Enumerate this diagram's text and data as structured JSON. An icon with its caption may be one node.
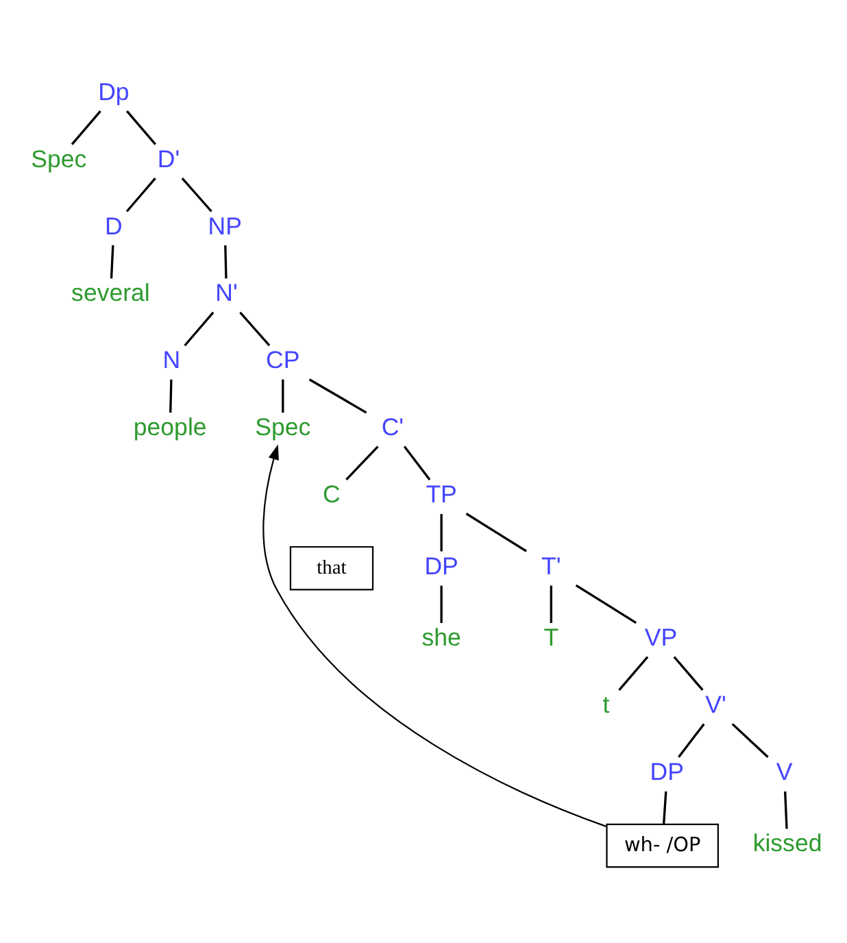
{
  "diagram": {
    "nodes": [
      {
        "text": [
          "Dp"
        ]
      },
      {
        "text": [
          "Spec"
        ]
      },
      {
        "text": [
          "D'"
        ]
      },
      {
        "text": [
          "D"
        ]
      },
      {
        "text": [
          "NP"
        ]
      },
      {
        "text": [
          "several"
        ]
      },
      {
        "text": [
          "N'"
        ]
      },
      {
        "text": [
          "N"
        ]
      },
      {
        "text": [
          "CP"
        ]
      },
      {
        "text": [
          "people"
        ]
      },
      {
        "text": [
          "Spec"
        ]
      },
      {
        "text": [
          "C'"
        ]
      },
      {
        "text": [
          "C"
        ]
      },
      {
        "text": [
          "TP"
        ]
      },
      {
        "text": [
          "that"
        ]
      },
      {
        "text": [
          "DP"
        ]
      },
      {
        "text": [
          "T'"
        ]
      },
      {
        "text": [
          "she"
        ]
      },
      {
        "text": [
          "T"
        ]
      },
      {
        "text": [
          "VP"
        ]
      },
      {
        "text": [
          "t"
        ]
      },
      {
        "text": [
          "V'"
        ]
      },
      {
        "text": [
          "V"
        ]
      },
      {
        "text": [
          "DP"
        ]
      },
      {
        "text": [
          "kissed"
        ]
      },
      {
        "text": [
          "wh- /OP"
        ]
      }
    ],
    "edges": [
      {
        "from": 0,
        "to": 1,
        "arrow": "none"
      },
      {
        "from": 0,
        "to": 2,
        "arrow": "none"
      },
      {
        "from": 2,
        "to": 3,
        "arrow": "none"
      },
      {
        "from": 2,
        "to": 4,
        "arrow": "none"
      },
      {
        "from": 3,
        "to": 5,
        "arrow": "none"
      },
      {
        "from": 4,
        "to": 6,
        "arrow": "none"
      },
      {
        "from": 6,
        "to": 7,
        "arrow": "none"
      },
      {
        "from": 6,
        "to": 8,
        "arrow": "none"
      },
      {
        "from": 7,
        "to": 9,
        "arrow": "none"
      },
      {
        "from": 8,
        "to": 10,
        "arrow": "none"
      },
      {
        "from": 8,
        "to": 11,
        "arrow": "none"
      },
      {
        "from": 11,
        "to": 12,
        "arrow": "none"
      },
      {
        "from": 11,
        "to": 13,
        "arrow": "none"
      },
      {
        "from": 13,
        "to": 15,
        "arrow": "none"
      },
      {
        "from": 13,
        "to": 16,
        "arrow": "none"
      },
      {
        "from": 15,
        "to": 17,
        "arrow": "none"
      },
      {
        "from": 16,
        "to": 18,
        "arrow": "none"
      },
      {
        "from": 16,
        "to": 19,
        "arrow": "none"
      },
      {
        "from": 19,
        "to": 20,
        "arrow": "none"
      },
      {
        "from": 19,
        "to": 21,
        "arrow": "none"
      },
      {
        "from": 21,
        "to": 22,
        "arrow": "none"
      },
      {
        "from": 21,
        "to": 23,
        "arrow": "none"
      },
      {
        "from": 22,
        "to": 24,
        "arrow": "none"
      },
      {
        "from": 23,
        "to": 25,
        "arrow": "none"
      },
      {
        "from": 25,
        "to": 10,
        "arrow": "to"
      }
    ]
  }
}
